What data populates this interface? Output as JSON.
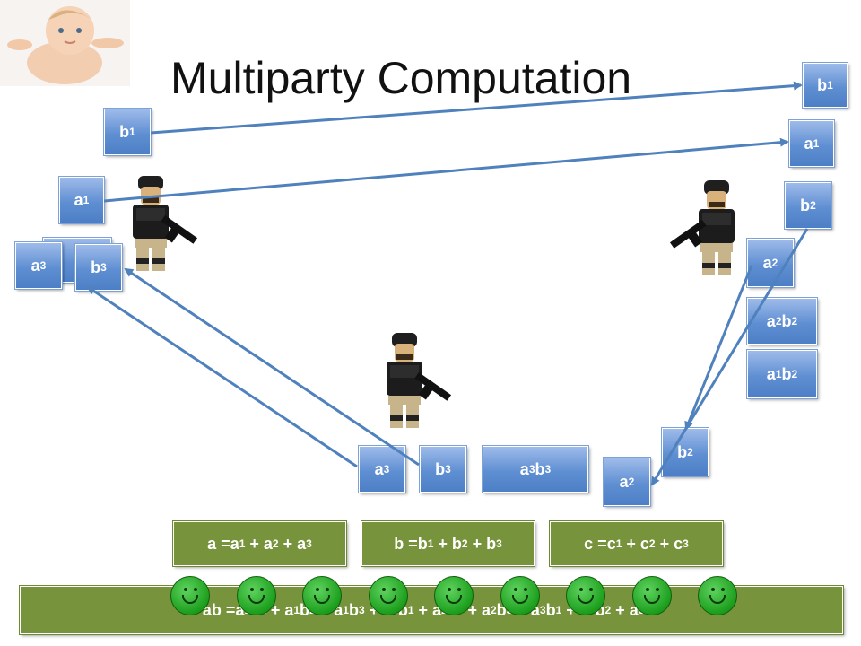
{
  "title": "Multiparty Computation",
  "colors": {
    "share_box": "#5f8fd2",
    "equation_box": "#77933c",
    "arrow": "#4f81bd",
    "smiley": "#1c9e1c"
  },
  "icons": [
    "baby-photo",
    "soldier-figure",
    "smiley-face"
  ],
  "shares": {
    "b1_top": {
      "base": "b",
      "sub": "1"
    },
    "a1_top": {
      "base": "a",
      "sub": "1"
    },
    "b2_right": {
      "base": "b",
      "sub": "2"
    },
    "a2_right": {
      "base": "a",
      "sub": "2"
    },
    "a2b2": {
      "p1": "a",
      "s1": "2",
      "p2": "b",
      "s2": "2"
    },
    "a1b2": {
      "p1": "a",
      "s1": "1",
      "p2": "b",
      "s2": "2"
    },
    "b1_left": {
      "base": "b",
      "sub": "1"
    },
    "a1_left": {
      "base": "a",
      "sub": "1"
    },
    "a3_left": {
      "base": "a",
      "sub": "3"
    },
    "b3_left": {
      "base": "b",
      "sub": "3"
    },
    "a3_bottom": {
      "base": "a",
      "sub": "3"
    },
    "b3_bottom": {
      "base": "b",
      "sub": "3"
    },
    "a3b3": {
      "p1": "a",
      "s1": "3",
      "p2": "b",
      "s2": "3"
    },
    "b2_bottom": {
      "base": "b",
      "sub": "2"
    },
    "a2_bottom": {
      "base": "a",
      "sub": "2"
    }
  },
  "equations": {
    "a_eq": {
      "lhs": "a = ",
      "terms": [
        [
          "a",
          "1"
        ],
        [
          "a",
          "2"
        ],
        [
          "a",
          "3"
        ]
      ]
    },
    "b_eq": {
      "lhs": "b = ",
      "terms": [
        [
          "b",
          "1"
        ],
        [
          "b",
          "2"
        ],
        [
          "b",
          "3"
        ]
      ]
    },
    "c_eq": {
      "lhs": "c = ",
      "terms": [
        [
          "c",
          "1"
        ],
        [
          "c",
          "2"
        ],
        [
          "c",
          "3"
        ]
      ]
    },
    "ab_eq": {
      "lhs": "ab = ",
      "terms": [
        [
          "a",
          "1",
          "b",
          "1"
        ],
        [
          "a",
          "1",
          "b",
          "2"
        ],
        [
          "a",
          "1",
          "b",
          "3"
        ],
        [
          "a",
          "2",
          "b",
          "1"
        ],
        [
          "a",
          "2",
          "b",
          "2"
        ],
        [
          "a",
          "2",
          "b",
          "3"
        ],
        [
          "a",
          "3",
          "b",
          "1"
        ],
        [
          "a",
          "3",
          "b",
          "2"
        ],
        [
          "a",
          "3",
          "b",
          "3"
        ]
      ]
    }
  },
  "smiley_count": 9
}
